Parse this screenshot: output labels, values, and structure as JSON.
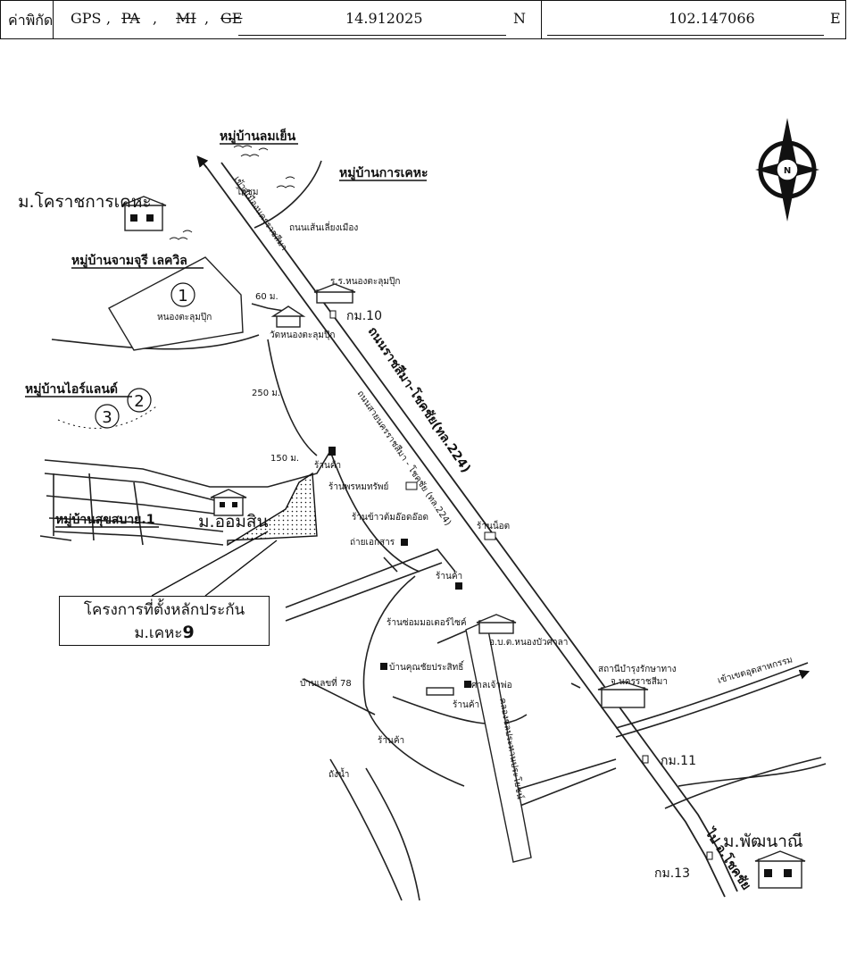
{
  "header": {
    "label": "ค่าพิกัด",
    "gps": "GPS",
    "pa": "PA",
    "mi": "MI",
    "ge": "GE",
    "separator": ",",
    "latitude": "14.912025",
    "lat_dir": "N",
    "longitude": "102.147066",
    "lon_dir": "E"
  },
  "map": {
    "compass": "N",
    "main_road": "ถนนราชสีมา-โชคชัย(ทล.224)",
    "main_road_alt": "ถนนสายนครราชสีมา - โชคชัย (ทล.224)",
    "to_city": "เข้าสู่เมืองนครราชสีมา",
    "to_chokchai": "ไป อ.โชคชัย",
    "to_industrial": "เข้าเขตอุตสาหกรรม",
    "villages": {
      "lomyen": "หมู่บ้านลมเย็น",
      "karnkeha": "หมู่บ้านการเคหะ",
      "jamjuri": "หมู่บ้านจามจุรี เลควิล",
      "irland": "หมู่บ้านไอร์แลนด์",
      "suksabai": "หมู่บ้านสุขสบาย.1"
    },
    "universities": {
      "korat_keha": "ม.โคราชการเคหะ",
      "oomsin": "ม.ออมสิน",
      "patthananee": "ม.พัฒนาณี"
    },
    "km_markers": [
      "กม.10",
      "กม.11",
      "กม.13"
    ],
    "circles": [
      "1",
      "2",
      "3"
    ],
    "distances": [
      "60 ม.",
      "250 ม.",
      "150 ม."
    ],
    "places": {
      "school": "ร.ร.หนองตะลุมปุ๊ก",
      "temple": "วัดหนองตะลุมปุ๊ก",
      "pond": "หนองตะลุมปุ๊ก",
      "road_side": "ถนนเส้นเลี่ยงเมือง",
      "kaishom": "ไก่ชม",
      "shop1": "ร้านค้า",
      "shop2": "ร้านพรหมทรัพย์",
      "shop3": "ร้านข้าวต้มอ๊อดอ๊อด",
      "shop4": "ร้านน็อต",
      "copy": "ถ่ายเอกสาร",
      "shop5": "ร้านค้า",
      "moto": "ร้านซ่อมมอเตอร์ไซค์",
      "school2": "อ.บ.ต.หนองบัวศาลา",
      "house": "บ้านคุณชัยประสิทธิ์",
      "house78": "บ้านเลขที่ 78",
      "shrine": "ศาลเจ้าพ่อ",
      "shop6": "ร้านค้า",
      "shop7": "ร้านค้า",
      "water": "ถังน้ำ",
      "canal": "คลองชลประทานประโยชน์",
      "highway_station": "สถานีบำรุงรักษาทาง",
      "highway_station2": "จ.นครราชสีมา"
    }
  },
  "project_box": {
    "line1": "โครงการที่ตั้งหลักประกัน",
    "line2": "ม.เคหะ",
    "number": "9"
  },
  "colors": {
    "ink": "#111111",
    "paper": "#ffffff"
  }
}
